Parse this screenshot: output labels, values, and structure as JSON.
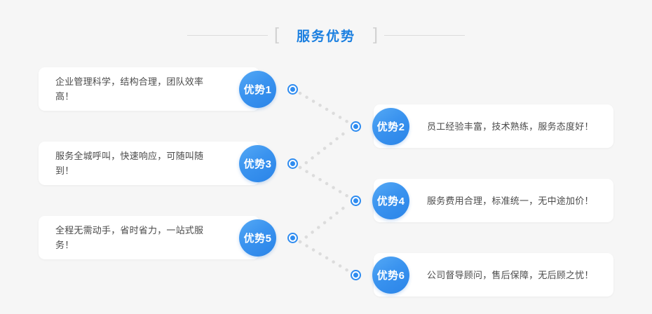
{
  "section": {
    "title": "服务优势",
    "bracket_left": "[",
    "bracket_right": "]",
    "accent_color": "#1a7fe0",
    "rule_color": "#dcdcdc",
    "background_color": "#f6f6f6"
  },
  "advantages": [
    {
      "badge": "优势1",
      "text": "企业管理科学，结构合理，团队效率高！",
      "side": "left"
    },
    {
      "badge": "优势2",
      "text": "员工经验丰富，技术熟练，服务态度好！",
      "side": "right"
    },
    {
      "badge": "优势3",
      "text": "服务全城呼叫，快速响应，可随叫随到！",
      "side": "left"
    },
    {
      "badge": "优势4",
      "text": "服务费用合理，标准统一，无中途加价！",
      "side": "right"
    },
    {
      "badge": "优势5",
      "text": "全程无需动手，省时省力，一站式服务！",
      "side": "left"
    },
    {
      "badge": "优势6",
      "text": "公司督导顾问，售后保障，无后顾之忧！",
      "side": "right"
    }
  ],
  "markers": {
    "node_fill_color": "#2f8cf0",
    "connector_color": "#dcdcdc",
    "badge_color": "#3a93ef"
  }
}
